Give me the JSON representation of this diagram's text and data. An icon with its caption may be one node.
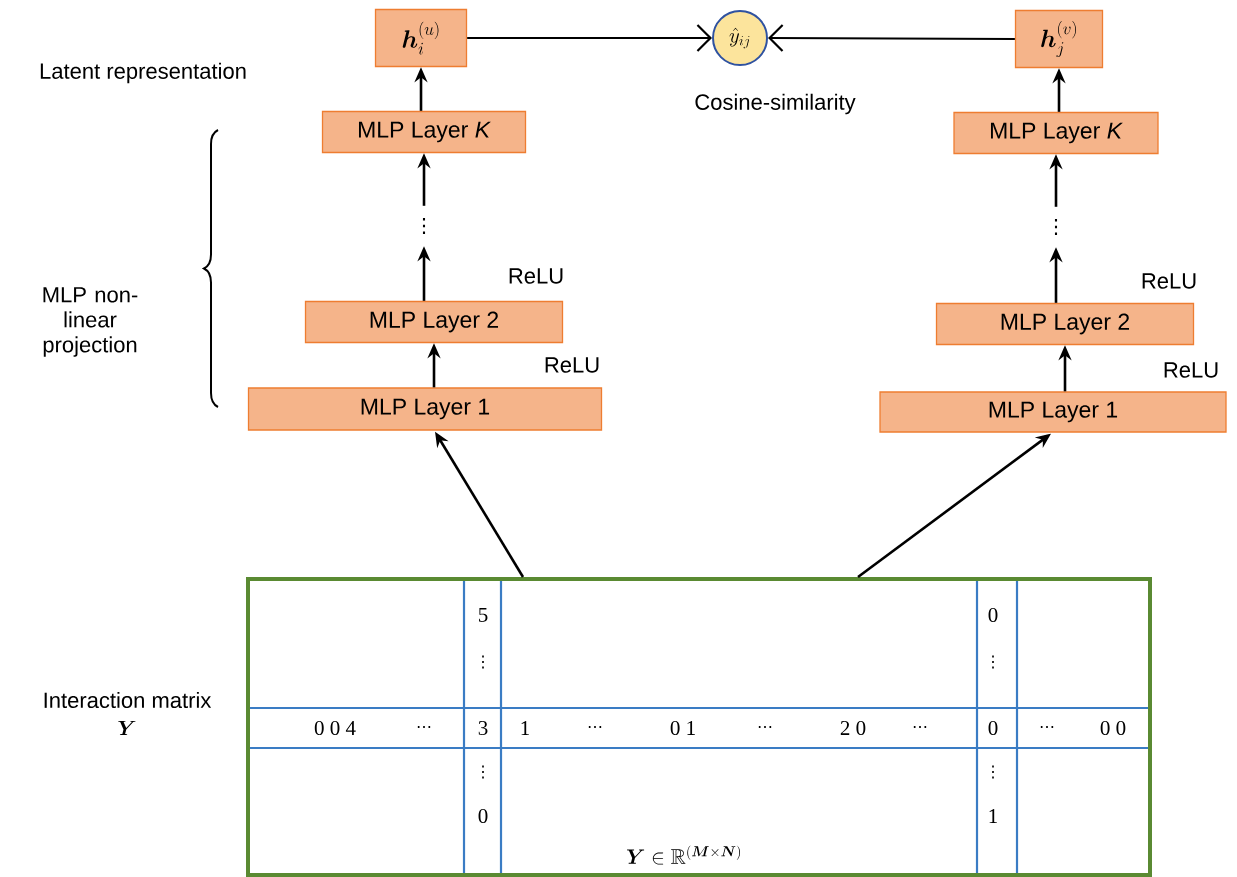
{
  "diagram": {
    "nodes": [
      {
        "text": [
          "\\boldsymbol{h}_i^{(u)}"
        ]
      },
      {
        "text": [
          "\\hat{y}_{ij}"
        ],
        "beside": [
          "Cosine-similarity"
        ]
      },
      {
        "text": [
          "\\boldsymbol{h}_j^{(v)}"
        ]
      },
      {
        "text": [
          "MLP Layer *K*"
        ]
      },
      {
        "text": [
          "⋮"
        ]
      },
      {
        "text": [
          "MLP Layer 2"
        ],
        "beside": [
          "ReLU"
        ]
      },
      {
        "text": [
          "MLP Layer 1"
        ],
        "beside": [
          "ReLU"
        ]
      },
      {
        "text": [
          "MLP Layer *K*"
        ]
      },
      {
        "text": [
          "⋮"
        ]
      },
      {
        "text": [
          "MLP Layer 2"
        ],
        "beside": [
          "ReLU"
        ]
      },
      {
        "text": [
          "MLP Layer 1"
        ],
        "beside": [
          "ReLU"
        ]
      },
      {
        "text": [
          "\\boldsymbol{Y} \\in \\mathbb{R}^{(\\boldsymbol{M}\\times \\boldsymbol{N})}"
        ],
        "beside": [
          "Interaction matrix",
          "\\boldsymbol{Y}"
        ]
      }
    ],
    "edges": [
      {
        "from": 0,
        "to": 1,
        "arrow": "to"
      },
      {
        "from": 2,
        "to": 1,
        "arrow": "to"
      },
      {
        "from": 3,
        "to": 0,
        "arrow": "to"
      },
      {
        "from": 4,
        "to": 3,
        "arrow": "to"
      },
      {
        "from": 5,
        "to": 4,
        "arrow": "to"
      },
      {
        "from": 6,
        "to": 5,
        "arrow": "to"
      },
      {
        "from": 7,
        "to": 2,
        "arrow": "to"
      },
      {
        "from": 8,
        "to": 7,
        "arrow": "to"
      },
      {
        "from": 9,
        "to": 8,
        "arrow": "to"
      },
      {
        "from": 10,
        "to": 9,
        "arrow": "to"
      },
      {
        "from": 11,
        "to": 6,
        "arrow": "to"
      },
      {
        "from": 11,
        "to": 10,
        "arrow": "to"
      }
    ],
    "labels": [
      "Latent representation",
      "MLP non-linear projection",
      "5",
      "0",
      "⋮",
      "⋮",
      "0 0 4",
      "⋯",
      "3",
      "1",
      "⋯",
      "0 1",
      "⋯",
      "2 0",
      "⋯",
      "0",
      "⋯",
      "0 0",
      "⋮",
      "⋮",
      "0",
      "1"
    ]
  }
}
